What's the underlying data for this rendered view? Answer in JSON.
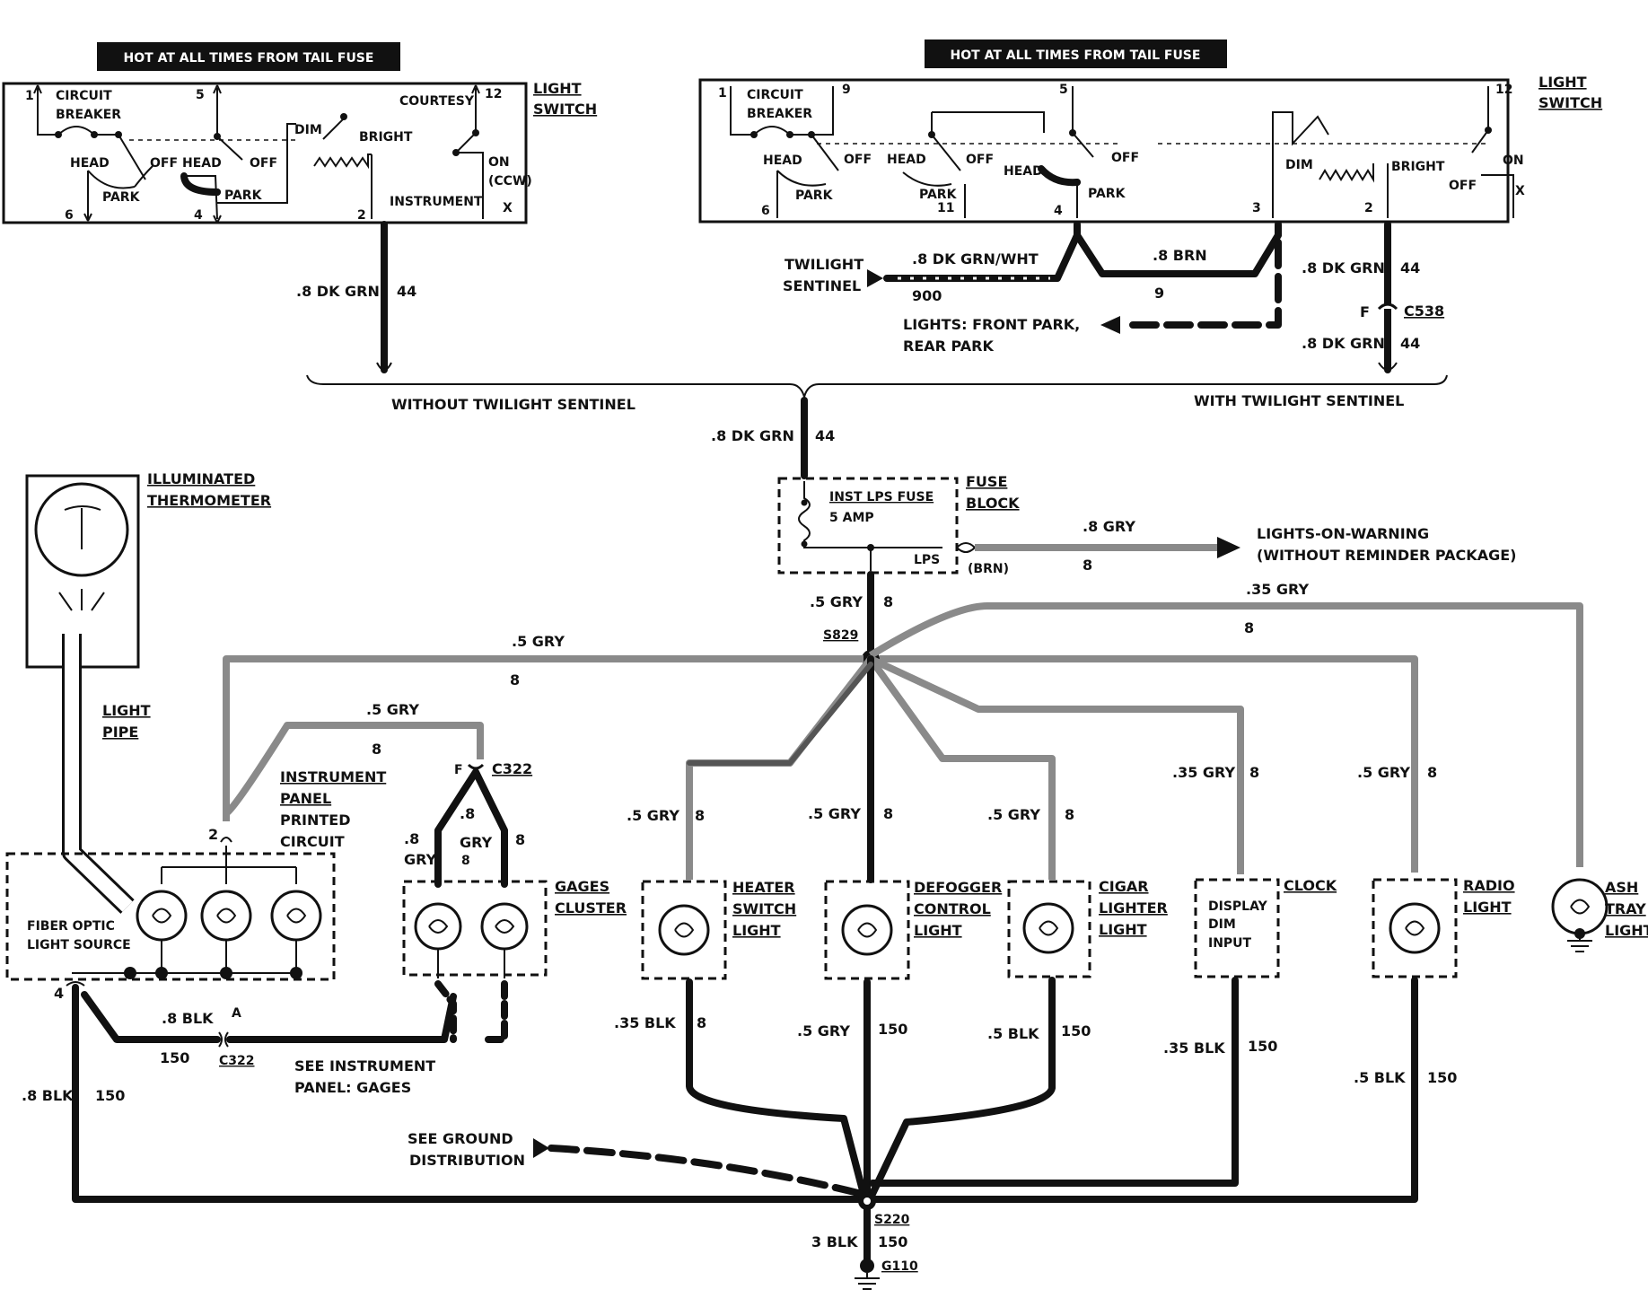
{
  "colors": {
    "wire_black": "#111111",
    "wire_gray": "#8a8a8a",
    "background": "#ffffff"
  },
  "left_switch": {
    "banner": "HOT AT ALL TIMES FROM TAIL FUSE",
    "title_1": "LIGHT",
    "title_2": "SWITCH",
    "circuit_1": "CIRCUIT",
    "circuit_2": "BREAKER",
    "head_1": "HEAD",
    "off_1": "OFF",
    "head_2": "HEAD",
    "off_2": "OFF",
    "park_1": "PARK",
    "park_2": "PARK",
    "dim": "DIM",
    "bright": "BRIGHT",
    "courtesy": "COURTESY",
    "on": "ON",
    "ccw": "(CCW)",
    "instrument": "INSTRUMENT",
    "x": "X",
    "pin_1": "1",
    "pin_5": "5",
    "pin_12": "12",
    "pin_6": "6",
    "pin_4": "4",
    "pin_2": "2",
    "wire_label": ".8 DK GRN",
    "wire_num": "44",
    "footer": "WITHOUT TWILIGHT SENTINEL"
  },
  "right_switch": {
    "banner": "HOT AT ALL TIMES FROM TAIL FUSE",
    "title_1": "LIGHT",
    "title_2": "SWITCH",
    "circuit_1": "CIRCUIT",
    "circuit_2": "BREAKER",
    "head_1": "HEAD",
    "off_1": "OFF",
    "head_2": "HEAD",
    "off_2": "OFF",
    "head_3": "HEAD",
    "off_3": "OFF",
    "park_1": "PARK",
    "park_2": "PARK",
    "park_3": "PARK",
    "dim": "DIM",
    "bright": "BRIGHT",
    "off_4": "OFF",
    "on": "ON",
    "x": "X",
    "pin_1": "1",
    "pin_9": "9",
    "pin_5": "5",
    "pin_12": "12",
    "pin_6": "6",
    "pin_11": "11",
    "pin_4": "4",
    "pin_3": "3",
    "pin_2": "2",
    "twilight_1": "TWILIGHT",
    "twilight_2": "SENTINEL",
    "wire_grnwht": ".8 DK GRN/WHT",
    "wire_900": "900",
    "wire_brn": ".8 BRN",
    "wire_9": "9",
    "lights_1": "LIGHTS: FRONT PARK,",
    "lights_2": "REAR PARK",
    "wire_grn_a": ".8 DK GRN",
    "wire_44_a": "44",
    "conn_f": "F",
    "conn_c538": "C538",
    "wire_grn_b": ".8 DK GRN",
    "wire_44_b": "44",
    "footer": "WITH TWILIGHT SENTINEL"
  },
  "feed": {
    "wire_label": ".8 DK GRN",
    "wire_num": "44"
  },
  "fuse_block": {
    "fuse_name": "INST LPS FUSE",
    "fuse_rating": "5 AMP",
    "title_1": "FUSE",
    "title_2": "BLOCK",
    "lps": "LPS",
    "brn": "(BRN)",
    "warn_wire": ".8 GRY",
    "warn_num": "8",
    "warn_1": "LIGHTS-ON-WARNING",
    "warn_2": "(WITHOUT REMINDER PACKAGE)"
  },
  "splice_top": {
    "name": "S829",
    "in_wire": ".5 GRY",
    "in_num": "8",
    "ash_wire": ".35 GRY",
    "ash_num": "8",
    "left_wire": ".5 GRY",
    "left_num": "8"
  },
  "thermometer": {
    "title_1": "ILLUMINATED",
    "title_2": "THERMOMETER",
    "pipe_1": "LIGHT",
    "pipe_2": "PIPE"
  },
  "fiber": {
    "label_1": "FIBER OPTIC",
    "label_2": "LIGHT SOURCE",
    "pin_4": "4",
    "pin_2": "2",
    "ipc_1": "INSTRUMENT",
    "ipc_2": "PANEL",
    "ipc_3": "PRINTED",
    "ipc_4": "CIRCUIT",
    "gry_wire": ".5 GRY",
    "gry_num": "8",
    "gnd_wire": ".8 BLK",
    "gnd_num": "150",
    "blk_wire": ".8 BLK",
    "conn_a": "A",
    "blk_num": "150",
    "conn_c322": "C322"
  },
  "gages": {
    "title_1": "GAGES",
    "title_2": "CLUSTER",
    "conn_f": "F",
    "conn_c322": "C322",
    "w1": ".8",
    "w1b": "GRY",
    "w1n": "8",
    "w2": ".8",
    "w2b": "GRY",
    "w2n": "8",
    "w2n2": "8",
    "see_1": "SEE INSTRUMENT",
    "see_2": "PANEL: GAGES"
  },
  "loads": [
    {
      "t1": "HEATER",
      "t2": "SWITCH",
      "t3": "LIGHT",
      "top_wire": ".5 GRY",
      "top_num": "8",
      "bot_wire": ".35 BLK",
      "bot_num": "8"
    },
    {
      "t1": "DEFOGGER",
      "t2": "CONTROL",
      "t3": "LIGHT",
      "top_wire": ".5 GRY",
      "top_num": "8",
      "bot_wire": ".5 GRY",
      "bot_num": "150"
    },
    {
      "t1": "CIGAR",
      "t2": "LIGHTER",
      "t3": "LIGHT",
      "top_wire": ".5 GRY",
      "top_num": "8",
      "bot_wire": ".5 BLK",
      "bot_num": "150"
    },
    {
      "t1": "CLOCK",
      "in1": "DISPLAY",
      "in2": "DIM",
      "in3": "INPUT",
      "top_wire": ".35 GRY",
      "top_num": "8",
      "bot_wire": ".35 BLK",
      "bot_num": "150"
    },
    {
      "t1": "RADIO",
      "t2": "LIGHT",
      "top_wire": ".5 GRY",
      "top_num": "8",
      "bot_wire": ".5 BLK",
      "bot_num": "150"
    },
    {
      "t1": "ASH",
      "t2": "TRAY",
      "t3": "LIGHT"
    }
  ],
  "ground": {
    "see_1": "SEE GROUND",
    "see_2": "DISTRIBUTION",
    "splice": "S220",
    "wire": "3 BLK",
    "num": "150",
    "g": "G110"
  }
}
